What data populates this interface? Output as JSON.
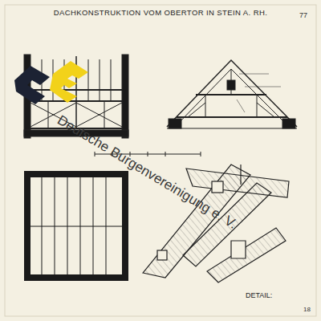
{
  "diagram": {
    "title": "DACHKONSTRUKTION VOM OBERTOR IN STEIN A. RH.",
    "labels": [
      "77",
      "DETAIL:",
      "18",
      "Deutsche Burgenvereinigung e. V."
    ]
  }
}
